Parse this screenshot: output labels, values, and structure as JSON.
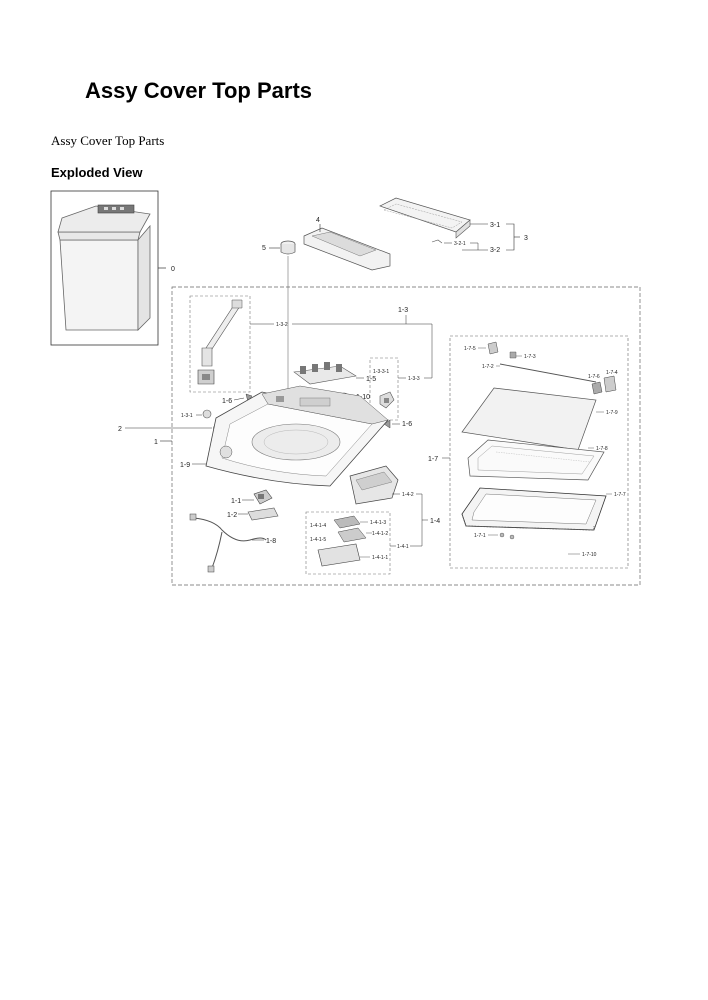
{
  "header": {
    "title": "Assy Cover Top Parts",
    "subtitle": "Assy Cover Top Parts",
    "section": "Exploded View"
  },
  "labels": {
    "l0": "0",
    "l1": "1",
    "l2": "2",
    "l3": "3",
    "l3_1": "3-1",
    "l3_2": "3-2",
    "l3_2_1": "3-2-1",
    "l4": "4",
    "l5": "5",
    "l1_1": "1-1",
    "l1_2": "1-2",
    "l1_3": "1-3",
    "l1_3_1": "1-3-1",
    "l1_3_2": "1-3-2",
    "l1_3_3": "1-3-3",
    "l1_3_3_1": "1-3-3-1",
    "l1_4": "1-4",
    "l1_4_1": "1-4-1",
    "l1_4_2": "1-4-2",
    "l1_4_1_1": "1-4-1-1",
    "l1_4_1_2": "1-4-1-2",
    "l1_4_1_3": "1-4-1-3",
    "l1_4_1_4": "1-4-1-4",
    "l1_4_1_5": "1-4-1-5",
    "l1_5": "1-5",
    "l1_6a": "1-6",
    "l1_6b": "1-6",
    "l1_7": "1-7",
    "l1_7_1": "1-7-1",
    "l1_7_2": "1-7-2",
    "l1_7_3": "1-7-3",
    "l1_7_4": "1-7-4",
    "l1_7_5": "1-7-5",
    "l1_7_6": "1-7-6",
    "l1_7_7": "1-7-7",
    "l1_7_8": "1-7-8",
    "l1_7_9": "1-7-9",
    "l1_7_10": "1-7-10",
    "l1_8": "1-8",
    "l1_9": "1-9",
    "l1_10": "1-10"
  }
}
